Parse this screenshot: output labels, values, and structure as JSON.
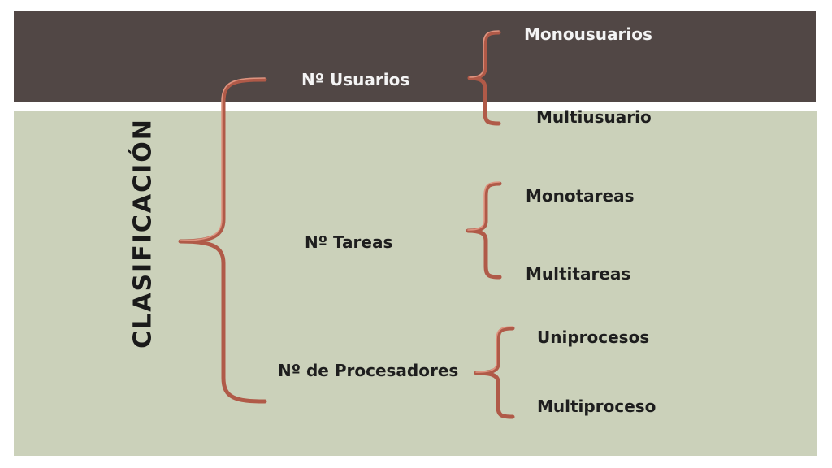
{
  "title": "CLASIFICACIÓN",
  "categories": [
    {
      "label": "Nº Usuarios",
      "options": [
        "Monousuarios",
        "Multiusuario"
      ]
    },
    {
      "label": "Nº Tareas",
      "options": [
        "Monotareas",
        "Multitareas"
      ]
    },
    {
      "label": "Nº de Procesadores",
      "options": [
        "Uniprocesos",
        "Multiproceso"
      ]
    }
  ],
  "colors": {
    "top_band": "#514745",
    "main_band": "#cbd1ba",
    "brace": "#b05a48",
    "text": "#1e1e1e",
    "text_light": "#f4f4f4"
  }
}
